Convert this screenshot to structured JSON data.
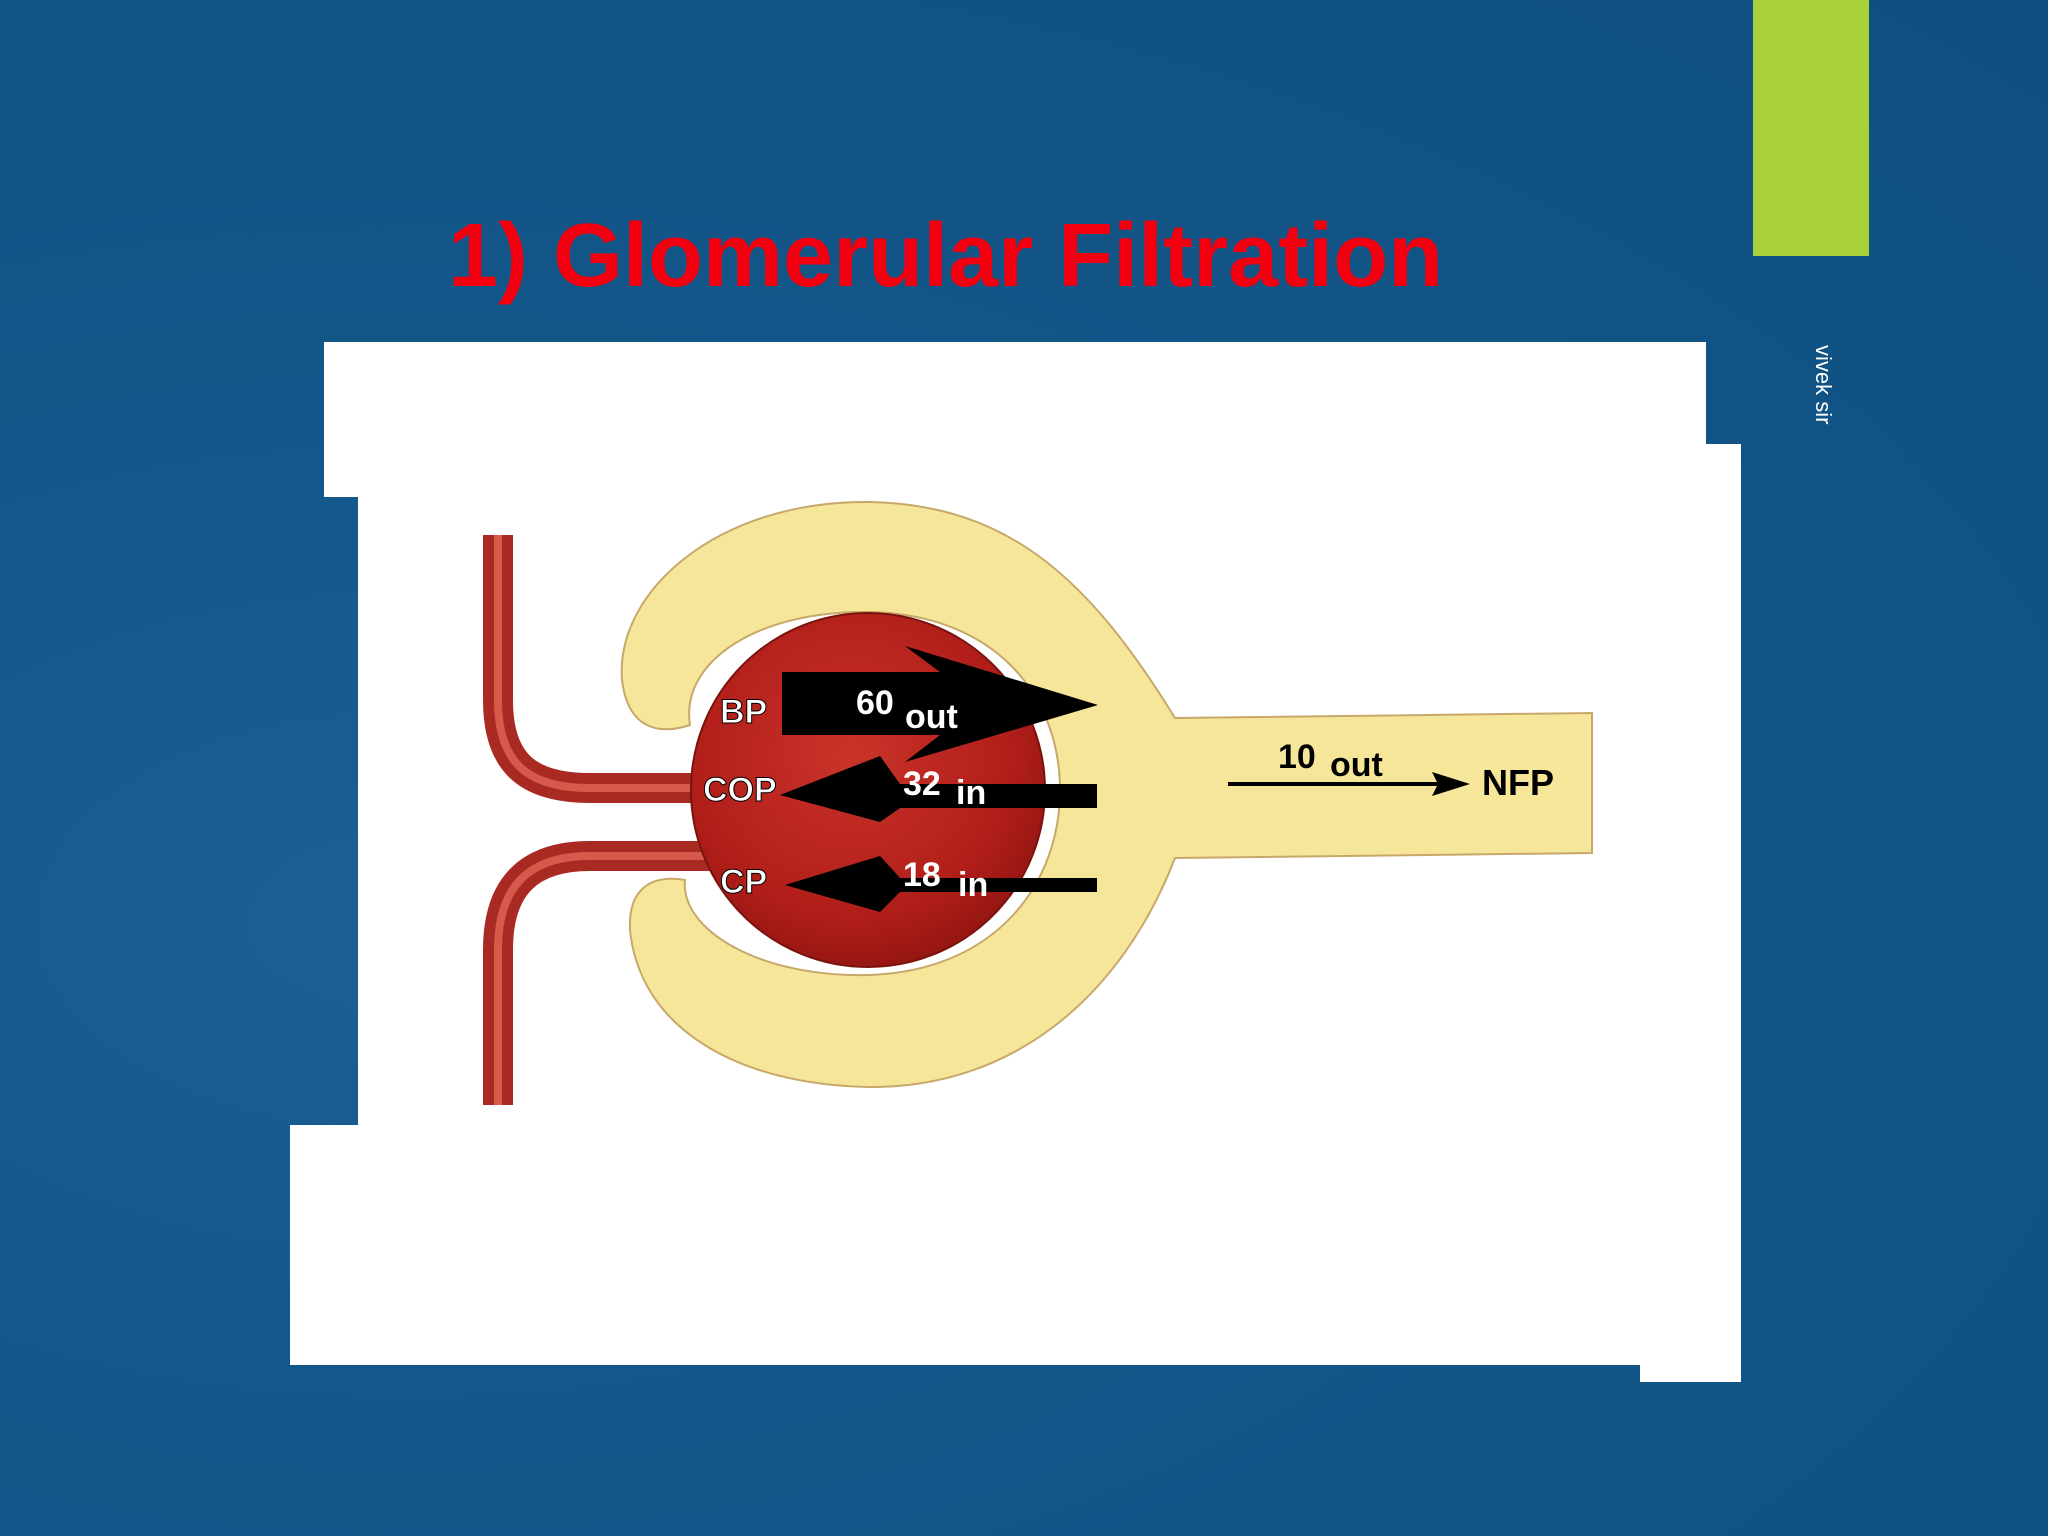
{
  "title": "1) Glomerular Filtration",
  "side_label": "vivek sir",
  "colors": {
    "background": "#135689",
    "accent_bar": "#a8d13a",
    "title": "#f2000f",
    "capsule": "#f6e69a",
    "glomerulus": "#b5221c",
    "vessel": "#c0392b"
  },
  "diagram": {
    "forces": [
      {
        "label": "BP",
        "value": "60",
        "direction": "out"
      },
      {
        "label": "COP",
        "value": "32",
        "direction": "in"
      },
      {
        "label": "CP",
        "value": "18",
        "direction": "in"
      }
    ],
    "net": {
      "value": "10",
      "direction": "out",
      "label": "NFP"
    }
  }
}
